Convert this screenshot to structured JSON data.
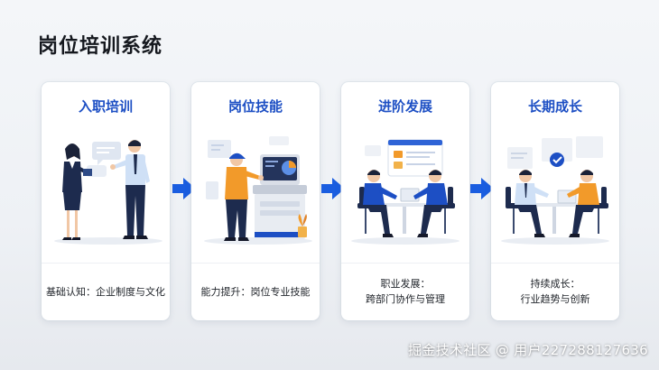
{
  "page": {
    "title": "岗位培训系统"
  },
  "stages": [
    {
      "title": "入职培训",
      "lines": [
        "基础认知：企业制度与文化"
      ],
      "illustration": "two-people-discussion-icon"
    },
    {
      "title": "岗位技能",
      "lines": [
        "能力提升：岗位专业技能"
      ],
      "illustration": "worker-at-machine-icon"
    },
    {
      "title": "进阶发展",
      "lines": [
        "职业发展：",
        "跨部门协作与管理"
      ],
      "illustration": "team-collaboration-icon"
    },
    {
      "title": "长期成长",
      "lines": [
        "持续成长：",
        "行业趋势与创新"
      ],
      "illustration": "growth-meeting-icon"
    }
  ],
  "watermark": "掘金技术社区 @ 用户227288127636",
  "colors": {
    "accent": "#1d4fc4",
    "arrow": "#1a5de0",
    "suit": "#1d2b4e",
    "orange": "#f29a2a"
  }
}
